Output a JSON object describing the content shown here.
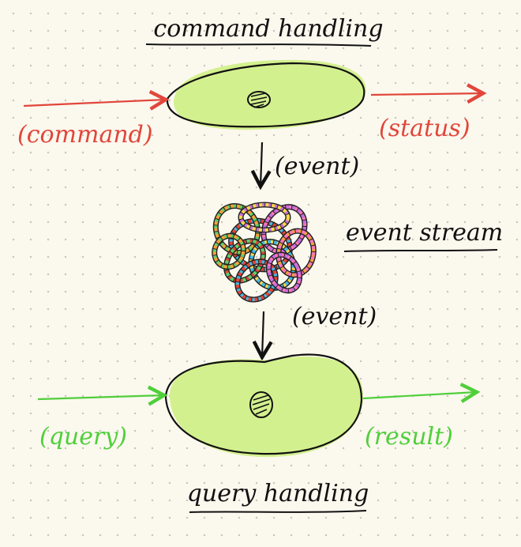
{
  "labels": {
    "top_title": "command handling",
    "bottom_title": "query handling",
    "command_in": "(command)",
    "status_out": "(status)",
    "event_top": "(event)",
    "event_stream": "event stream",
    "event_bottom": "(event)",
    "query_in": "(query)",
    "result_out": "(result)"
  },
  "colors": {
    "ink": "#111111",
    "command": "#e2463a",
    "query": "#4fcf3a",
    "blob": "#d3f08e",
    "stream_palette": [
      "#e2463a",
      "#f2a23a",
      "#c86de0",
      "#47b8e0",
      "#5fd16a",
      "#ff77b8",
      "#f6d84a"
    ]
  }
}
